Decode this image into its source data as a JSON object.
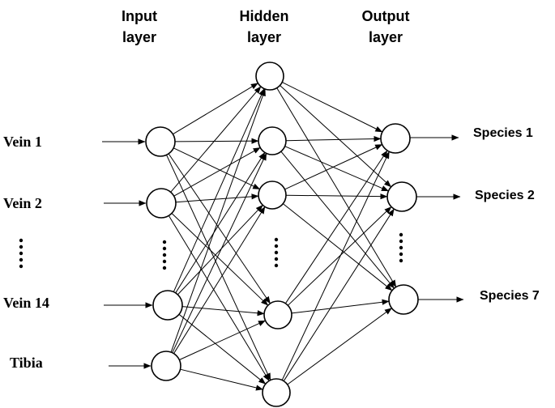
{
  "columns": {
    "input": [
      "Input",
      "layer"
    ],
    "hidden": [
      "Hidden",
      "layer"
    ],
    "output": [
      "Output",
      "layer"
    ]
  },
  "inputs": [
    "Vein 1",
    "Vein 2",
    "Vein 14",
    "Tibia"
  ],
  "outputs": [
    "Species 1",
    "Species 2",
    "Species 7"
  ],
  "colors": {
    "stroke": "#000000",
    "background": "#ffffff"
  }
}
